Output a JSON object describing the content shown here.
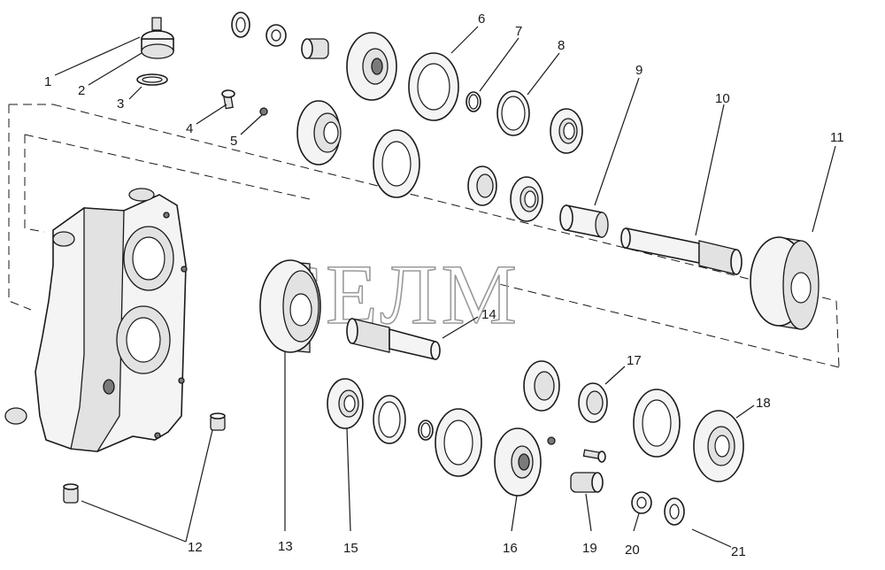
{
  "watermark": "СЕЛМ",
  "callouts": [
    "1",
    "2",
    "3",
    "4",
    "5",
    "6",
    "7",
    "8",
    "9",
    "10",
    "11",
    "12",
    "13",
    "14",
    "15",
    "16",
    "17",
    "18",
    "19",
    "20",
    "21"
  ]
}
